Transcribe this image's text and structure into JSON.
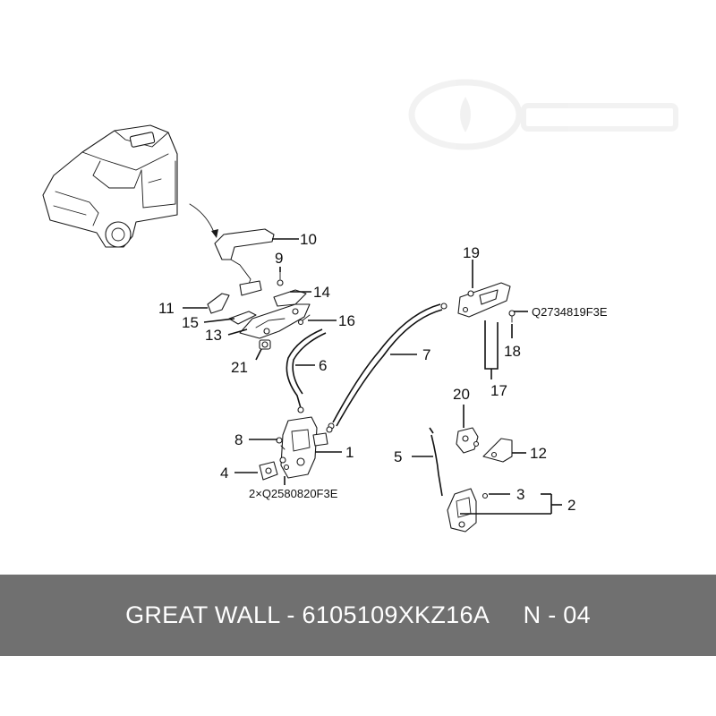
{
  "callouts": {
    "c1": "1",
    "c2": "2",
    "c3": "3",
    "c4": "4",
    "c5": "5",
    "c6": "6",
    "c7": "7",
    "c8": "8",
    "c9": "9",
    "c10": "10",
    "c11": "11",
    "c12": "12",
    "c13": "13",
    "c14": "14",
    "c15": "15",
    "c16": "16",
    "c17": "17",
    "c18": "18",
    "c19": "19",
    "c20": "20",
    "c21": "21"
  },
  "part_codes": {
    "screw_code": "2×Q2580820F3E",
    "bolt_code": "Q2734819F3E"
  },
  "footer": {
    "brand": "GREAT WALL",
    "separator": " - ",
    "part_number": "6105109XKZ16A",
    "gap": "     ",
    "page_ref": "N - 04"
  },
  "colors": {
    "footer_background": "#707070",
    "footer_text": "#ffffff",
    "line_art": "#1a1a1a"
  }
}
